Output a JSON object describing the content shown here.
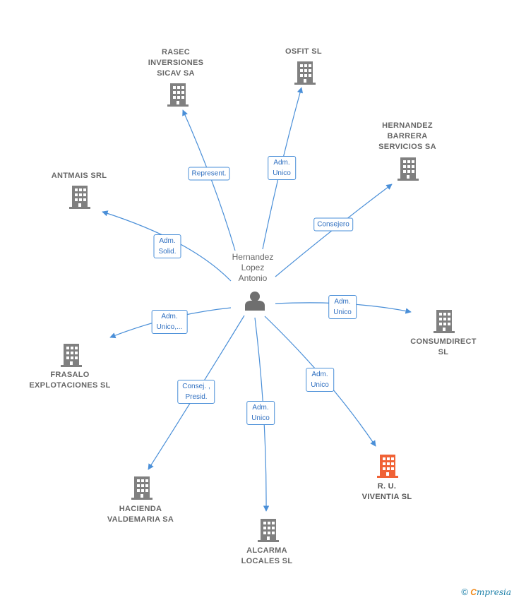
{
  "person": {
    "name_lines": [
      "Hernandez",
      "Lopez",
      "Antonio"
    ],
    "icon": "person-icon"
  },
  "companies": [
    {
      "id": "rasec",
      "lines": [
        "RASEC",
        "INVERSIONES",
        "SICAV SA"
      ],
      "color": "#808080",
      "highlight": false
    },
    {
      "id": "osfit",
      "lines": [
        "OSFIT  SL"
      ],
      "color": "#808080",
      "highlight": false
    },
    {
      "id": "hernandez-barrera",
      "lines": [
        "HERNANDEZ",
        "BARRERA",
        "SERVICIOS SA"
      ],
      "color": "#808080",
      "highlight": false
    },
    {
      "id": "antmais",
      "lines": [
        "ANTMAIS SRL"
      ],
      "color": "#808080",
      "highlight": false
    },
    {
      "id": "consumdirect",
      "lines": [
        "CONSUMDIRECT",
        "SL"
      ],
      "color": "#808080",
      "highlight": false
    },
    {
      "id": "frasalo",
      "lines": [
        "FRASALO",
        "EXPLOTACIONES SL"
      ],
      "color": "#808080",
      "highlight": false
    },
    {
      "id": "ru-viventia",
      "lines": [
        "R.  U.",
        "VIVENTIA  SL"
      ],
      "color": "#f06236",
      "highlight": true
    },
    {
      "id": "hacienda",
      "lines": [
        "HACIENDA",
        "VALDEMARIA SA"
      ],
      "color": "#808080",
      "highlight": false
    },
    {
      "id": "alcarma",
      "lines": [
        "ALCARMA",
        "LOCALES  SL"
      ],
      "color": "#808080",
      "highlight": false
    }
  ],
  "relations": [
    {
      "target": "rasec",
      "lines": [
        "Represent."
      ]
    },
    {
      "target": "osfit",
      "lines": [
        "Adm.",
        "Unico"
      ]
    },
    {
      "target": "hernandez-barrera",
      "lines": [
        "Consejero"
      ]
    },
    {
      "target": "antmais",
      "lines": [
        "Adm.",
        "Solid."
      ]
    },
    {
      "target": "consumdirect",
      "lines": [
        "Adm.",
        "Unico"
      ]
    },
    {
      "target": "frasalo",
      "lines": [
        "Adm.",
        "Unico,..."
      ]
    },
    {
      "target": "ru-viventia",
      "lines": [
        "Adm.",
        "Unico"
      ]
    },
    {
      "target": "hacienda",
      "lines": [
        "Consej. ,",
        "Presid."
      ]
    },
    {
      "target": "alcarma",
      "lines": [
        "Adm.",
        "Unico"
      ]
    }
  ],
  "colors": {
    "edge": "#4a8fd8",
    "node": "#808080",
    "highlight": "#f06236"
  },
  "footer": {
    "copyright": "©",
    "brand_initial": "C",
    "brand_rest": "mpresia"
  }
}
